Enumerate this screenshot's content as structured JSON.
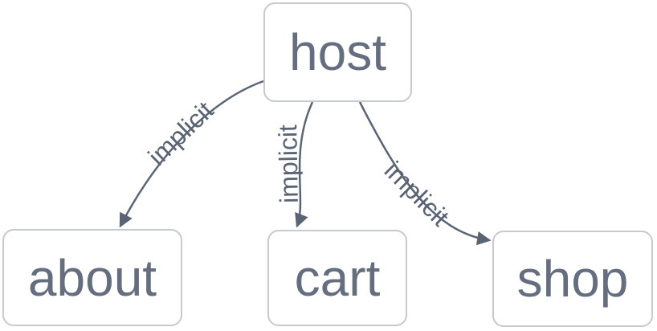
{
  "diagram": {
    "type": "flowchart",
    "nodes": [
      {
        "id": "host",
        "label": "host"
      },
      {
        "id": "about",
        "label": "about"
      },
      {
        "id": "cart",
        "label": "cart"
      },
      {
        "id": "shop",
        "label": "shop"
      }
    ],
    "edges": [
      {
        "from": "host",
        "to": "about",
        "label": "implicit"
      },
      {
        "from": "host",
        "to": "cart",
        "label": "implicit"
      },
      {
        "from": "host",
        "to": "shop",
        "label": "implicit"
      }
    ],
    "colors": {
      "background": "#ffffff",
      "node_fill": "#ffffff",
      "node_border": "#c7c9cc",
      "node_text": "#656e7e",
      "edge_stroke": "#5a6474",
      "edge_label_text": "#5a6474"
    }
  }
}
